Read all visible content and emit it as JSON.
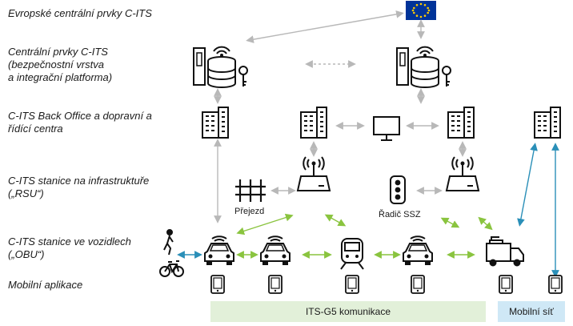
{
  "rows": [
    {
      "id": "eu",
      "text": "Evropské centrální prvky C-ITS"
    },
    {
      "id": "central",
      "text": "Centrální prvky C-ITS\n(bezpečnostní vrstva\na integrační platforma)"
    },
    {
      "id": "backoffice",
      "text": "C-ITS Back Office a dopravní a\nřídící centra"
    },
    {
      "id": "rsu",
      "text": "C-ITS stanice na infrastruktuře\n(„RSU“)"
    },
    {
      "id": "obu",
      "text": "C-ITS stanice ve vozidlech\n(„OBU“)"
    },
    {
      "id": "apps",
      "text": "Mobilní aplikace"
    }
  ],
  "labels": {
    "crossing": "Přejezd",
    "controller": "Řadič SSZ"
  },
  "bars": {
    "its_g5": "ITS-G5 komunikace",
    "mobile": "Mobilní síť"
  },
  "colors": {
    "its_g5_bg": "#e2f0d9",
    "mobile_bg": "#cfe8f6",
    "green_link": "#8ac43f",
    "blue_link": "#2a8fb8",
    "gray_link": "#b8b8b8",
    "eu_blue": "#003399",
    "eu_star": "#ffcc00"
  }
}
